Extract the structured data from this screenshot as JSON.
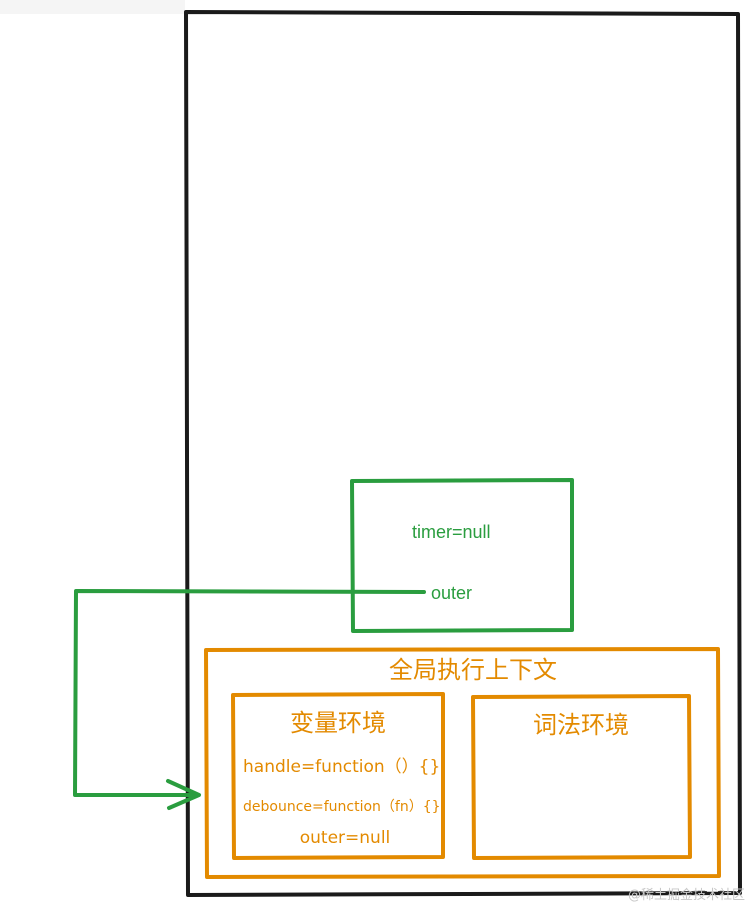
{
  "outer_frame": {
    "stroke_color": "#1a1a1a"
  },
  "scope_box": {
    "stroke_color": "#2a9d3f",
    "lines": [
      "timer=null",
      "outer"
    ]
  },
  "global_context": {
    "stroke_color": "#e38a00",
    "title": "全局执行上下文",
    "variable_environment": {
      "title": "变量环境",
      "entries": [
        "handle=function（）{}",
        "debounce=function（fn）{}",
        "outer=null"
      ]
    },
    "lexical_environment": {
      "title": "词法环境"
    }
  },
  "watermark": "@稀土掘金技术社区"
}
